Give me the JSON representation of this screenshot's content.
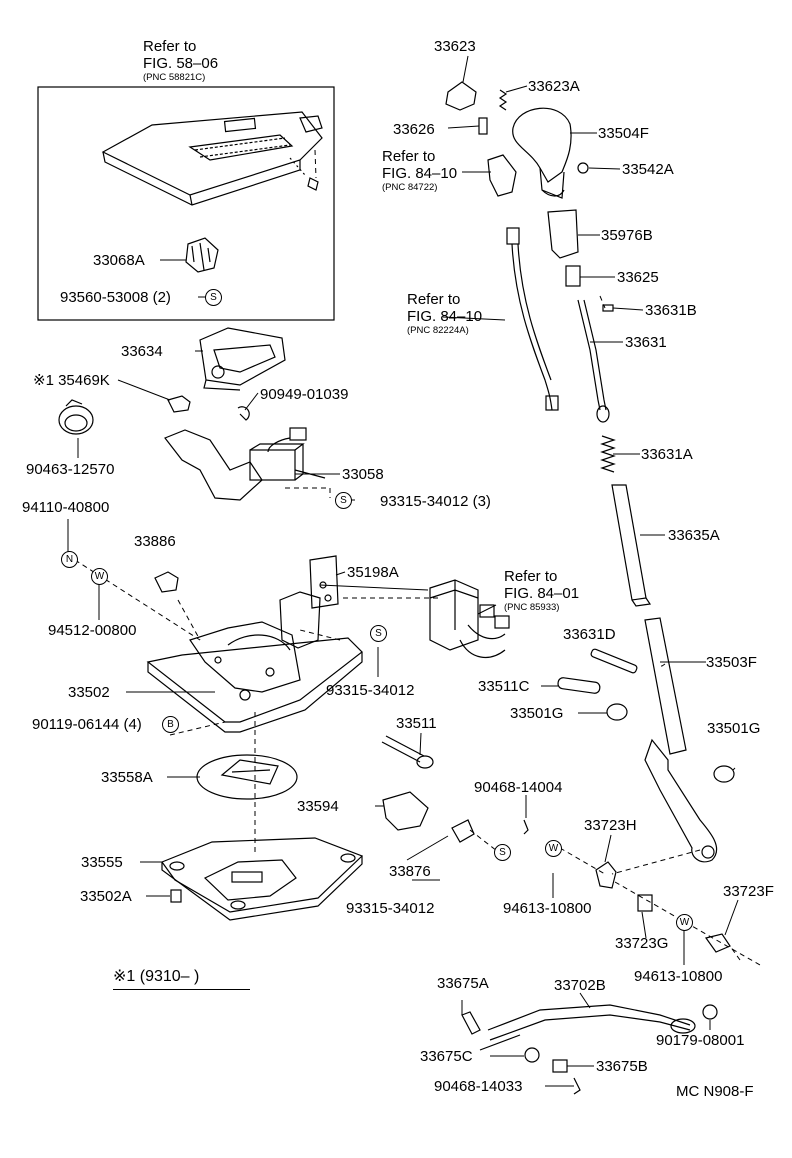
{
  "figure_code": "MC N908-F",
  "footnote": "※1 (9310–        )",
  "refs": [
    {
      "line1": "Refer to",
      "line2": "FIG. 58–06",
      "line3": "(PNC 58821C)"
    },
    {
      "line1": "Refer to",
      "line2": "FIG. 84–10",
      "line3": "(PNC 84722)"
    },
    {
      "line1": "Refer to",
      "line2": "FIG. 84–10",
      "line3": "(PNC 82224A)"
    },
    {
      "line1": "Refer to",
      "line2": "FIG. 84–01",
      "line3": "(PNC 85933)"
    }
  ],
  "parts": [
    "33623",
    "33623A",
    "33626",
    "33504F",
    "33542A",
    "35976B",
    "33625",
    "33631B",
    "33631",
    "33631A",
    "33635A",
    "33068A",
    "93560-53008 (2)",
    "33634",
    "※1 35469K",
    "90949-01039",
    "90463-12570",
    "33058",
    "93315-34012 (3)",
    "94110-40800",
    "33886",
    "35198A",
    "94512-00800",
    "93315-34012",
    "33502",
    "90119-06144 (4)",
    "33631D",
    "33503F",
    "33511C",
    "33501G",
    "33501G",
    "33511",
    "33558A",
    "90468-14004",
    "33594",
    "33723H",
    "33555",
    "33876",
    "33502A",
    "93315-34012",
    "94613-10800",
    "33723G",
    "33723F",
    "94613-10800",
    "33675A",
    "33702B",
    "90179-08001",
    "33675C",
    "33675B",
    "90468-14033"
  ],
  "symbols": {
    "s": "S",
    "n": "N",
    "w": "W",
    "b": "B"
  }
}
